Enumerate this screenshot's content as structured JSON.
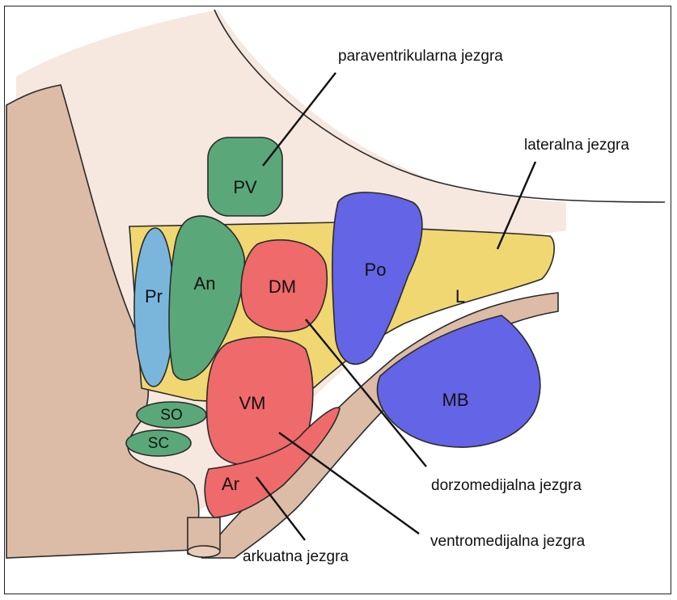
{
  "regions": [
    {
      "id": "pv",
      "label": "PV",
      "color": "#5aa879"
    },
    {
      "id": "pr",
      "label": "Pr",
      "color": "#7ab6dc"
    },
    {
      "id": "an",
      "label": "An",
      "color": "#5aa879"
    },
    {
      "id": "dm",
      "label": "DM",
      "color": "#ef6a6b"
    },
    {
      "id": "po",
      "label": "Po",
      "color": "#6464e6"
    },
    {
      "id": "l",
      "label": "L",
      "color": "#f0d772"
    },
    {
      "id": "vm",
      "label": "VM",
      "color": "#ef6a6b"
    },
    {
      "id": "mb",
      "label": "MB",
      "color": "#6464e6"
    },
    {
      "id": "so",
      "label": "SO",
      "color": "#5aa879"
    },
    {
      "id": "sc",
      "label": "SC",
      "color": "#5aa879"
    },
    {
      "id": "ar",
      "label": "Ar",
      "color": "#ef6a6b"
    }
  ],
  "callouts": {
    "paraventricular": "paraventrikularna jezgra",
    "lateral": "lateralna jezgra",
    "dorsomedial": "dorzomedijalna jezgra",
    "ventromedial": "ventromedijalna jezgra",
    "arcuate": "arkuatna jezgra"
  },
  "colors": {
    "tissue_light": "#f6e7df",
    "tissue_dark": "#dcbca6",
    "outline": "#2a2a2a"
  }
}
